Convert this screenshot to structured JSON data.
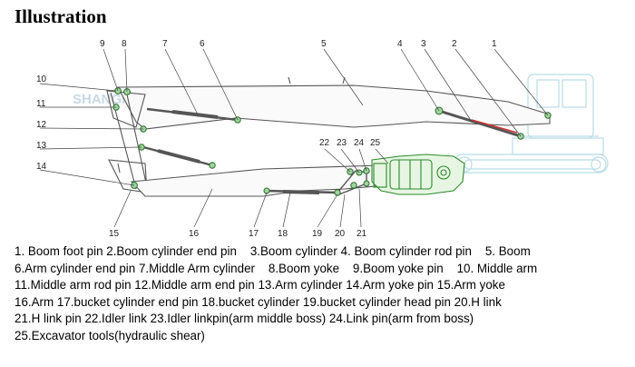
{
  "title": "Illustration",
  "watermark": "SHANGHAI SUP Construction Equipment Co.,Ltd.",
  "callouts": [
    "1",
    "2",
    "3",
    "4",
    "5",
    "6",
    "7",
    "8",
    "9",
    "10",
    "11",
    "12",
    "13",
    "14",
    "15",
    "16",
    "17",
    "18",
    "19",
    "20",
    "21",
    "22",
    "23",
    "24",
    "25"
  ],
  "legend_lines": [
    [
      "1. Boom foot pin",
      "2.Boom cylinder end pin",
      "3.Boom cylinder",
      "4. Boom cylinder rod pin",
      "5. Boom"
    ],
    [
      "6.Arm cylinder end pin",
      "7.Middle Arm cylinder",
      "8.Boom yoke",
      "9.Boom yoke pin",
      "10. Middle arm"
    ],
    [
      "11.Middle arm rod pin",
      "12.Middle arm end pin",
      "13.Arm cylinder",
      "14.Arm yoke pin",
      "15.Arm yoke"
    ],
    [
      "16.Arm",
      "17.bucket cylinder end pin",
      "18.bucket cylinder",
      "19.bucket cylinder head pin",
      "20.H link"
    ],
    [
      "21.H link pin",
      "22.Idler link",
      "23.Idler linkpin(arm middle boss)",
      "24.Link pin(arm from boss)"
    ],
    [
      "25.Excavator tools(hydraulic shear)"
    ]
  ],
  "colors": {
    "line": "#555555",
    "pin": "#2c6e2c",
    "pin_fill": "#9fd39f",
    "excavator": "#b9dde8",
    "red_link": "#cc3333"
  }
}
